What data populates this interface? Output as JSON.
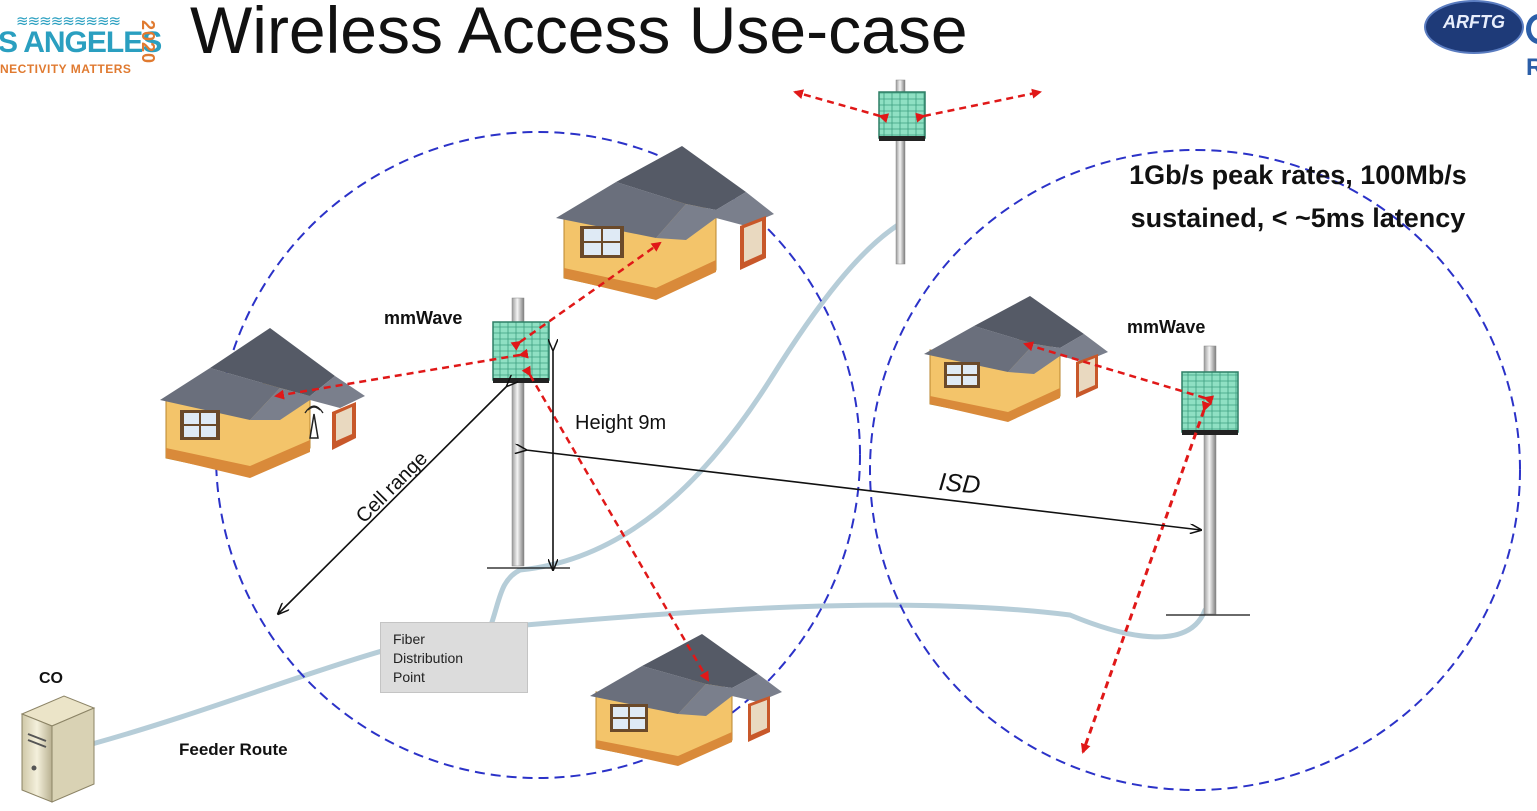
{
  "header": {
    "title": "Wireless Access Use-case",
    "left_logo": {
      "city_text": "S ANGELES",
      "tagline": "NECTIVITY MATTERS",
      "year": "2020"
    },
    "right_logo": {
      "text": "ARFTG"
    }
  },
  "labels": {
    "mmwave_left": "mmWave",
    "mmwave_right": "mmWave",
    "height": "Height 9m",
    "cell_range": "Cell range",
    "isd": "ISD",
    "co": "CO",
    "feeder_route": "Feeder Route",
    "fiber_distribution_point": [
      "Fiber",
      "Distribution",
      "Point"
    ],
    "performance_note": [
      "1Gb/s peak rates, 100Mb/s",
      "sustained, < ~5ms latency"
    ]
  },
  "colors": {
    "cell_boundary": "#2b32c8",
    "signal_arrow": "#e01818",
    "fiber_route": "#b6cdd8",
    "house_wall": "#f3c46a",
    "house_roof": "#5e6270",
    "radio_unit": "#8fe0c3"
  },
  "icons": [
    "house-icon",
    "pole-icon",
    "radio-unit-icon",
    "server-icon",
    "antenna-icon"
  ]
}
